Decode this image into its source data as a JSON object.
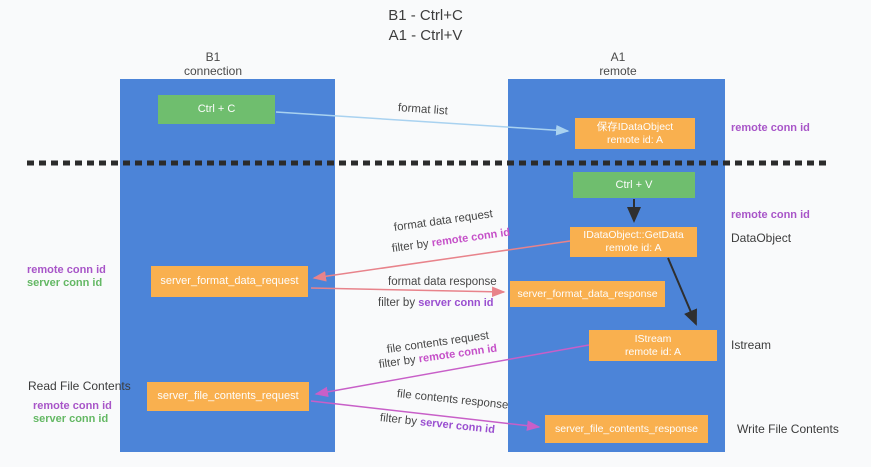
{
  "title": {
    "line1": "B1 - Ctrl+C",
    "line2": "A1 - Ctrl+V"
  },
  "lanes": {
    "left": {
      "name": "B1",
      "role": "connection"
    },
    "right": {
      "name": "A1",
      "role": "remote"
    }
  },
  "boxes": {
    "ctrl_c": "Ctrl + C",
    "ctrl_v": "Ctrl + V",
    "save_idataobject": "保存IDataObject",
    "getdata": "IDataObject::GetData",
    "istream": "IStream",
    "remote_id": "remote id: A",
    "server_format_data_request": "server_format_data_request",
    "server_format_data_response": "server_format_data_response",
    "server_file_contents_request": "server_file_contents_request",
    "server_file_contents_response": "server_file_contents_response"
  },
  "edge_labels": {
    "format_list": "format list",
    "format_data_request": "format data request",
    "format_data_response": "format data response",
    "file_contents_request": "file contents request",
    "file_contents_response": "file contents response",
    "filter_by": "filter by",
    "remote_conn_id": "remote conn id",
    "server_conn_id": "server conn id"
  },
  "side_labels": {
    "remote_conn_id": "remote conn id",
    "server_conn_id": "server conn id",
    "dataobject": "DataObject",
    "istream": "Istream",
    "read_file_contents": "Read File Contents",
    "write_file_contents": "Write File Contents"
  },
  "colors": {
    "lane_blue": "#4c84d8",
    "box_green": "#6fbe6e",
    "box_orange": "#f9b04f",
    "arrow_blue": "#a9d2f0",
    "arrow_salmon": "#e8838b",
    "arrow_magenta": "#c85fc8",
    "arrow_black": "#2f2f2f",
    "label_purple": "#a855c8",
    "label_green": "#64b864"
  }
}
